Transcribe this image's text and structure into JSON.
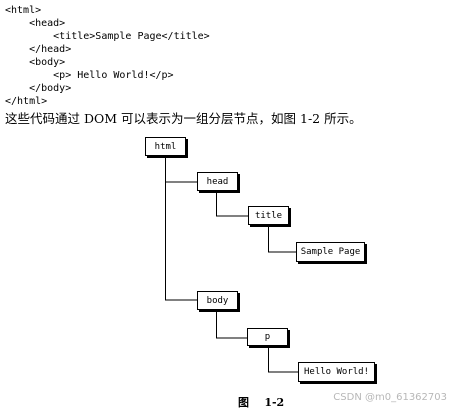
{
  "code_lines": [
    "<html>",
    "    <head>",
    "        <title>Sample Page</title>",
    "    </head>",
    "    <body>",
    "        <p> Hello World!</p>",
    "    </body>",
    "</html>"
  ],
  "description": "这些代码通过 DOM 可以表示为一组分层节点，如图 1-2 所示。",
  "tree": {
    "nodes": {
      "html": "html",
      "head": "head",
      "title": "title",
      "sample_page": "Sample Page",
      "body": "body",
      "p": "p",
      "hello_world": "Hello World!"
    }
  },
  "figure_caption": "图    1-2",
  "watermark": "CSDN @m0_61362703"
}
